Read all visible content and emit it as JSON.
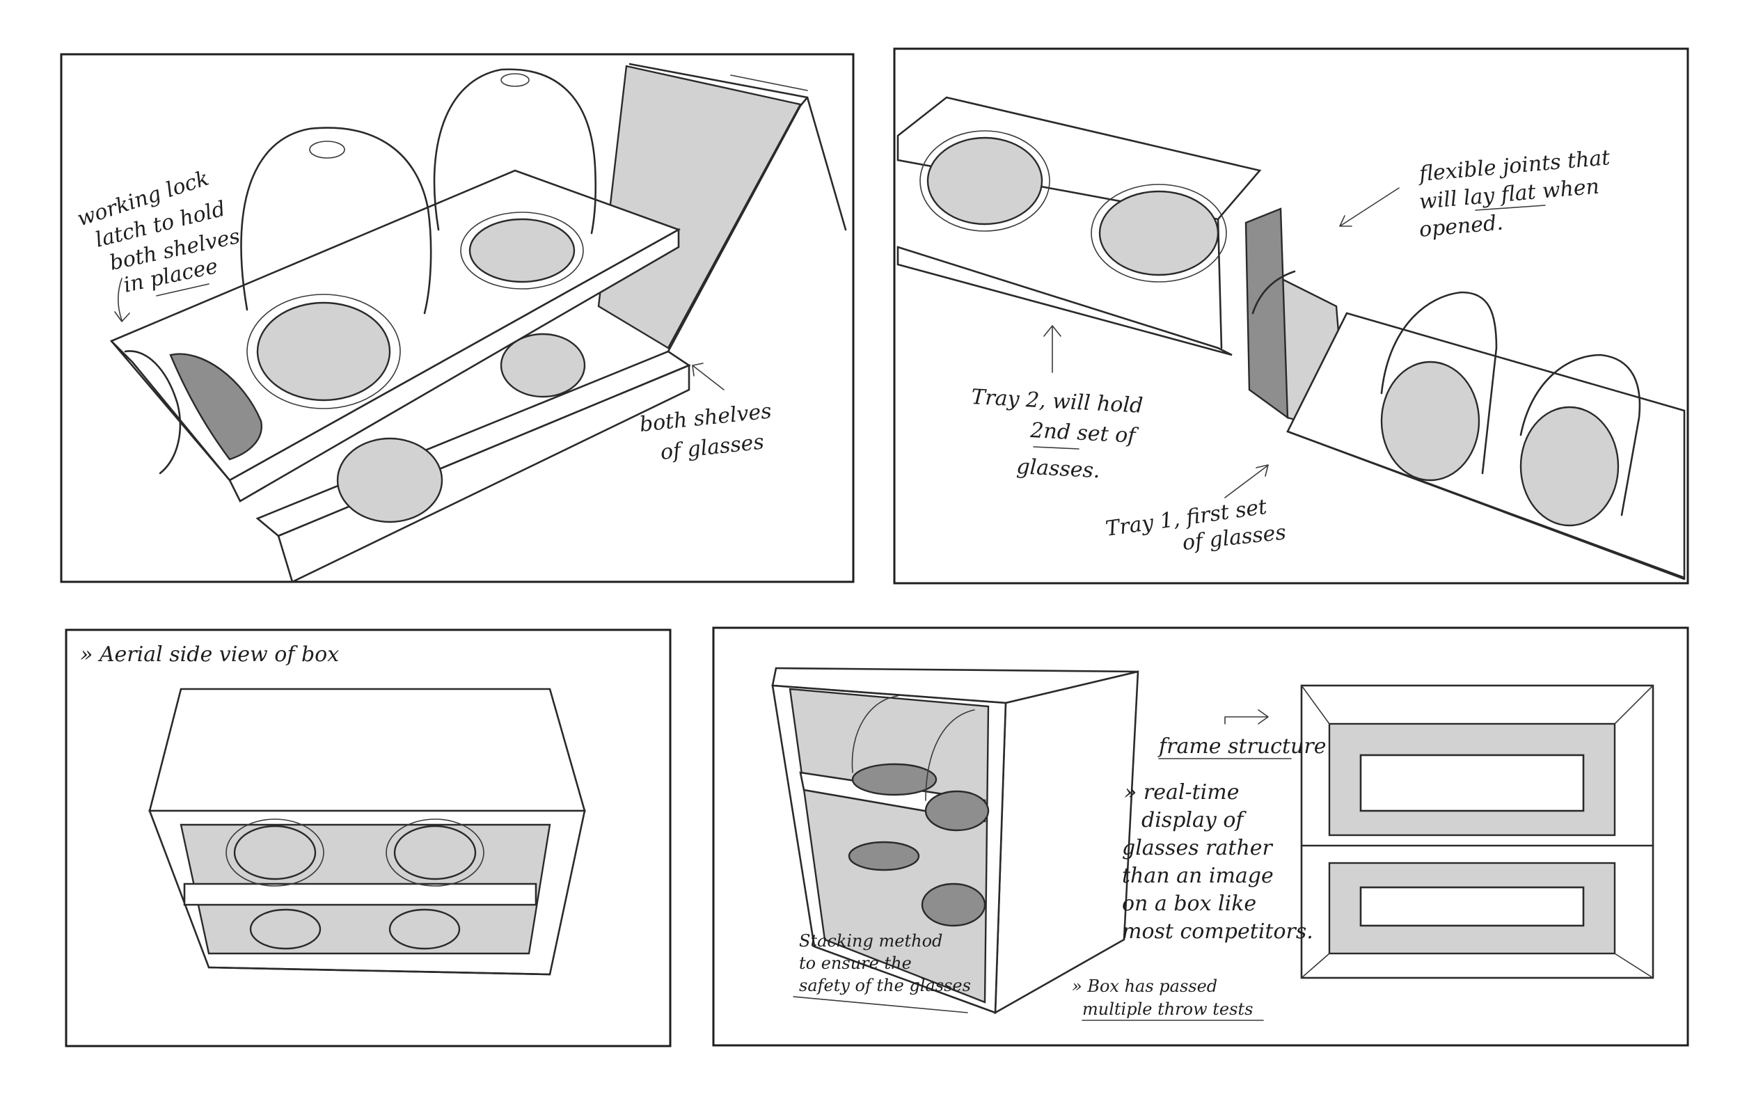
{
  "panels": {
    "panel1": {
      "notes": {
        "latch_line1": "working lock",
        "latch_line2": "latch to hold",
        "latch_line3": "both shelves",
        "latch_line4": "in placee",
        "shelves_line1": "both shelves",
        "shelves_line2": "of glasses"
      }
    },
    "panel2": {
      "notes": {
        "joints_line1": "flexible joints that",
        "joints_line2": "will lay flat when",
        "joints_line3": "opened.",
        "tray2_line1": "Tray 2, will hold",
        "tray2_line2": "2nd set of",
        "tray2_line3": "glasses.",
        "tray1_line1": "Tray 1, first set",
        "tray1_line2": "of glasses"
      }
    },
    "panel3": {
      "notes": {
        "aerial": "» Aerial side view of box"
      }
    },
    "panel4": {
      "notes": {
        "frame_structure": "frame structure",
        "display_line1": "» real-time",
        "display_line2": "display of",
        "display_line3": "glasses rather",
        "display_line4": "than an image",
        "display_line5": "on a box like",
        "display_line6": "most competitors.",
        "stacking_line1": "Stacking method",
        "stacking_line2": "to ensure the",
        "stacking_line3": "safety of the glasses",
        "throw_line1": "» Box has passed",
        "throw_line2": "multiple throw tests"
      }
    }
  }
}
